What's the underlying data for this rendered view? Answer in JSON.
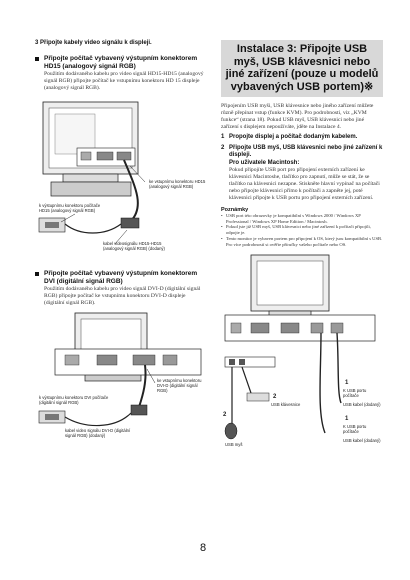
{
  "left": {
    "step3": "3  Připojte kabely video signálu k displeji.",
    "sec_hd15": {
      "heading": "Připojte počítač vybavený výstupním konektorem HD15 (analogový signál RGB)",
      "body": "Použitím dodávaného kabelu pro video signál HD15-HD15 (analogový signál RGB) připojte počítač ke vstupnímu konektoru HD 15 displeje (analogový signál RGB).",
      "fig_label_input": "ke vstupnímu konektoru HD15 (analogový signál RGB)",
      "fig_label_output": "k výstupnímu konektoru počítače HD15 (analogový signál RGB)",
      "fig_label_cable": "kabel videosignálu HD15-HD15 (analogový signál RGB) (dodaný)"
    },
    "sec_dvi": {
      "heading": "Připojte počítač vybavený výstupním konektorem DVI (digitální signál RGB)",
      "body": "Použitím dodávaného kabelu pro video signál DVI-D (digitální signál RGB) připojte počítač ke vstupnímu konektoru DVI-D displeje (digitální signál RGB).",
      "fig_label_input": "ke vstupnímu konektoru DVI-D (digitální signál RGB)",
      "fig_label_output": "k výstupnímu konektoru DVI počítače (digitální signál RGB)",
      "fig_label_cable": "kabel video signálu DVI-D (digitální signál RGB) (dodaný)"
    }
  },
  "right": {
    "banner": "Instalace 3: Připojte USB myš, USB klávesnici nebo jiné zařízení (pouze u modelů vybavených USB portem)※",
    "intro": "Připojením USB myši, USB klávesnice nebo jiného zařízení můžete různě přepínat vstup (funkce KVM). Pro podrobnosti, viz „KVM funkce“ (strana 18). Pokud USB myš, USB klávesnici nebo jiné zařízení s displejem nepoužíváte, jděte na Instalace 4.",
    "item1": "Propojte displej a počítač dodaným kabelem.",
    "item2_head": "Připojte USB myš, USB klávesnici nebo jiné zařízení k displeji.",
    "item2_sub": "Pro uživatele Macintosh:",
    "item2_body": "Pokud připojíte USB port pro připojení externích zařízení ke klávesnici Macintoshe, tlačítko pro zapnutí, může se stát, že se tlačítko na klávesnici nezapne. Stiskněte hlavní vypínač na počítači nebo připojte klávesnici přímo k počítači a zapněte jej, poté klávesnici připojte k USB portu pro připojení externích zařízení.",
    "notes_head": "Poznámky",
    "notes": [
      "USB port této obrazovky je kompatibilní s Windows 2000 / Windows XP Professional / Windows XP Home Edition / Macintosh.",
      "Pokud jste již USB myš, USB klávesnici nebo jiné zařízení k počítači připojili, odpojte je.",
      "Tento monitor je vybaven portem pro připojení k OS, který jsou kompatibilní s USB. Pro více podrobností si ověřte příručky vašeho počítače nebo OS."
    ],
    "fig": {
      "num1a": "1",
      "label_port1": "K USB portu počítače",
      "label_cable1": "USB kabel (dodaný)",
      "num2a": "2",
      "label_kbd": "USB klávesnice",
      "num2b": "2",
      "label_mouse": "USB myš",
      "num1b": "1",
      "label_port2": "K USB portu počítače",
      "label_cable2": "USB kabel (dodaný)"
    }
  },
  "page_number": "8"
}
